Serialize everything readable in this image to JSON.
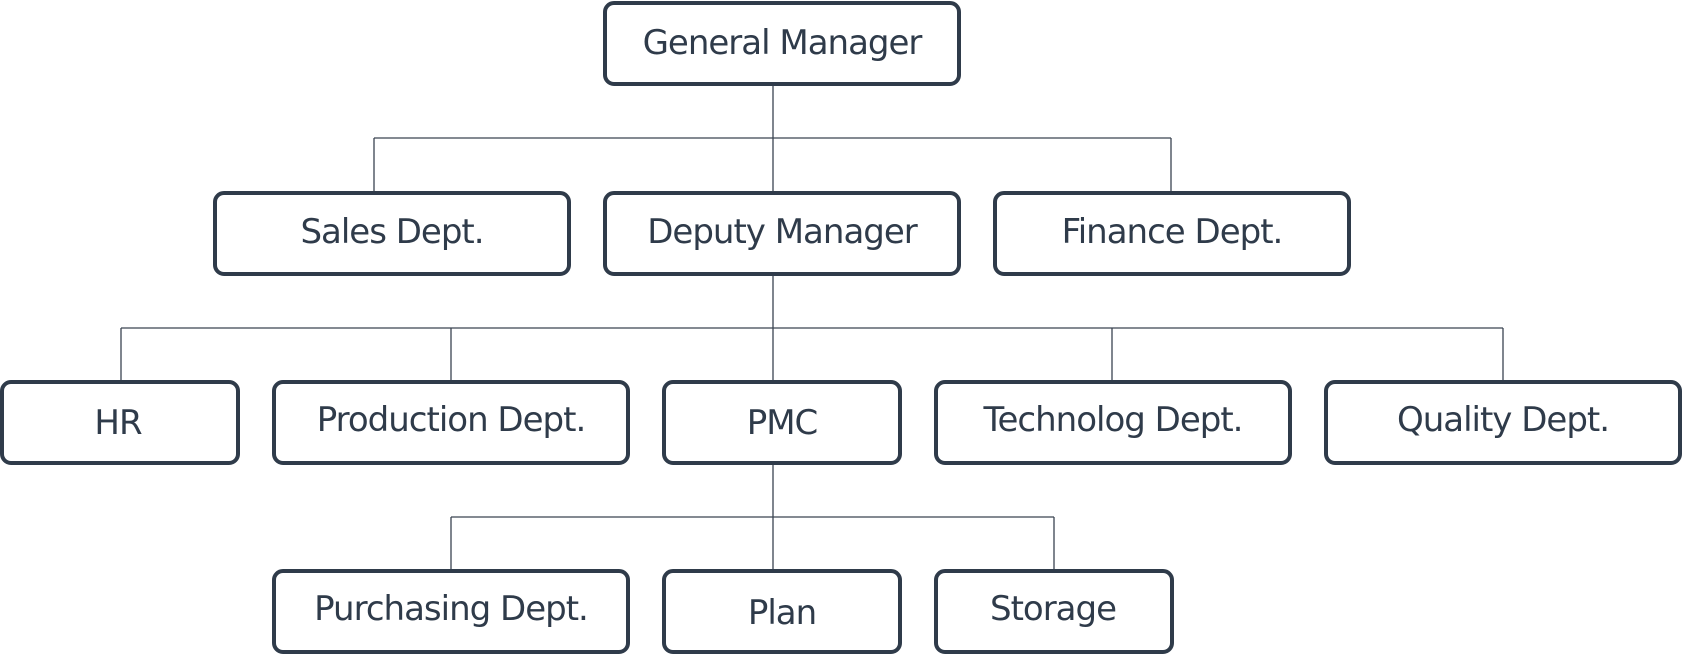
{
  "org_chart": {
    "general_manager": "General Manager",
    "sales_dept": "Sales Dept.",
    "deputy_manager": "Deputy Manager",
    "finance_dept": "Finance Dept.",
    "hr": "HR",
    "production_dept": "Production Dept.",
    "pmc": "PMC",
    "technolog_dept": "Technolog Dept.",
    "quality_dept": "Quality Dept.",
    "purchasing_dept": "Purchasing Dept.",
    "plan": "Plan",
    "storage": "Storage"
  },
  "colors": {
    "box_stroke": "#2f3b4a",
    "text": "#2f3b4a",
    "connector": "#3a4350"
  }
}
